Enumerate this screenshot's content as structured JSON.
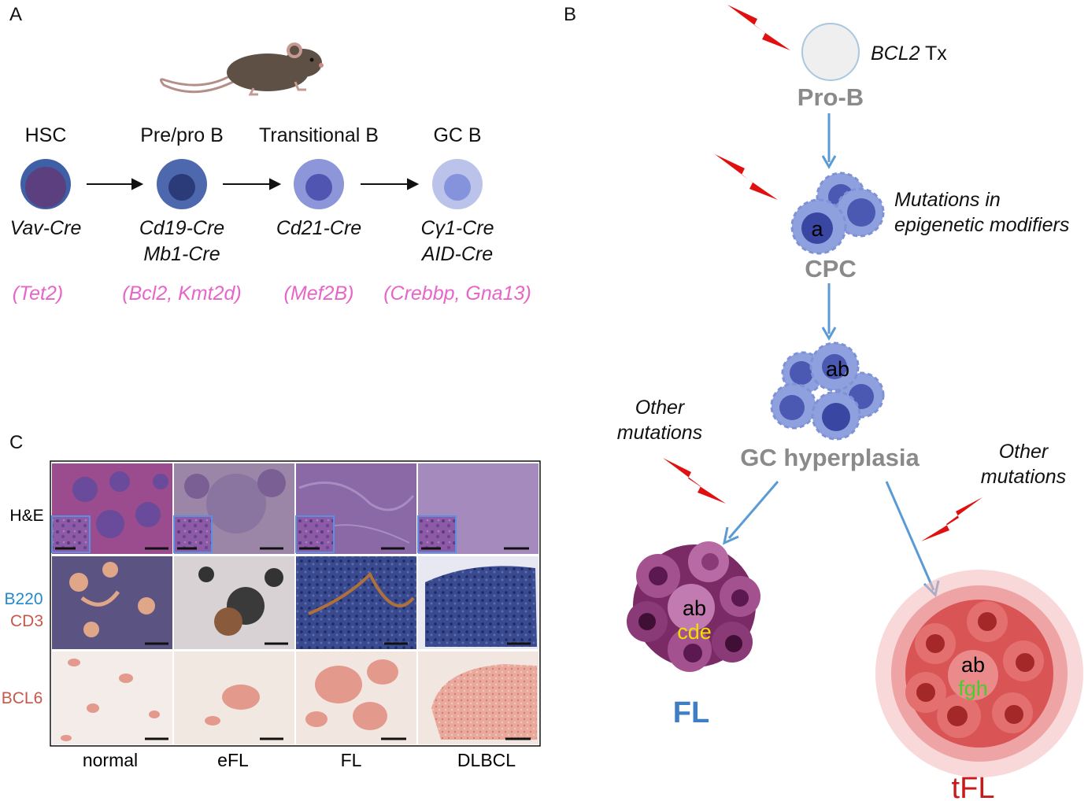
{
  "panels": {
    "a": "A",
    "b": "B",
    "c": "C"
  },
  "panel_a": {
    "stages": [
      {
        "name": "HSC",
        "cre": [
          "Vav-Cre"
        ],
        "genes": "(Tet2)",
        "outer": "#3f5fa6",
        "inner": "#5b3f7f"
      },
      {
        "name": "Pre/pro B",
        "cre": [
          "Cd19-Cre",
          "Mb1-Cre"
        ],
        "genes": "(Bcl2, Kmt2d)",
        "outer": "#4e68ae",
        "inner": "#2b3b7a"
      },
      {
        "name": "Transitional B",
        "cre": [
          "Cd21-Cre"
        ],
        "genes": "(Mef2B)",
        "outer": "#8d96d8",
        "inner": "#5055b2"
      },
      {
        "name": "GC B",
        "cre": [
          "Cγ1-Cre",
          "AID-Cre"
        ],
        "genes": "(Crebbp, Gna13)",
        "outer": "#bcc3ea",
        "inner": "#8593dd"
      }
    ],
    "gene_color": "#e764c9"
  },
  "panel_b": {
    "bcl2": "BCL2",
    "tx": " Tx",
    "prob": "Pro-B",
    "cpc": "CPC",
    "cpc_label": "a",
    "mut1": "Mutations in",
    "mut2": "epigenetic modifiers",
    "gc_label": "ab",
    "gc": "GC hyperplasia",
    "other_left": [
      "Other",
      "mutations"
    ],
    "other_right": [
      "Other",
      "mutations"
    ],
    "fl_ab": "ab",
    "fl_mut": "cde",
    "fl": "FL",
    "tfl_ab": "ab",
    "tfl_mut": "fgh",
    "tfl": "tFL",
    "colors": {
      "gray": "#8a8a8a",
      "arrow": "#5b9bd5",
      "bolt": "#e01010",
      "fl": "#3d7ec4",
      "tfl": "#c81a1a",
      "cde": "#f0e000",
      "fgh": "#4ccb2e"
    }
  },
  "panel_c": {
    "rows": [
      {
        "label": "H&E",
        "color": "#000000"
      },
      {
        "label": "B220",
        "color": "#2389c9"
      },
      {
        "label": "CD3",
        "color": "#c5584a"
      },
      {
        "label": "BCL6",
        "color": "#c5584a"
      }
    ],
    "columns": [
      "normal",
      "eFL",
      "FL",
      "DLBCL"
    ]
  }
}
